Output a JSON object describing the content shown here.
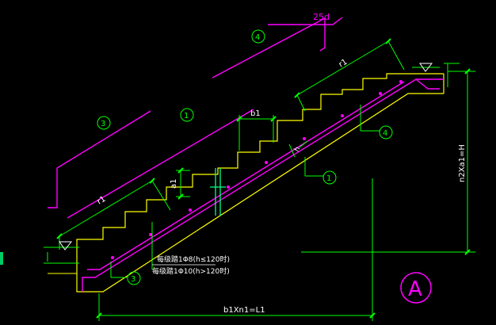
{
  "drawing": {
    "background": "#000000",
    "colors": {
      "stair_outline": "#ffff00",
      "rebar": "#ff00ff",
      "dimension": "#00ff00",
      "annotation_text": "#ffffff",
      "edge_marker": "#00cc66"
    },
    "dimension_labels": {
      "top_hook": "25d",
      "b1": "b1",
      "h": "h",
      "a1": "a1",
      "r1_upper": "r1",
      "r1_lower": "r1",
      "total_horizontal": "b1Xn1=L1",
      "total_vertical": "n2Xa1=H"
    },
    "rebar_callouts": {
      "upper_hook": "4",
      "mid_long_left": "3",
      "mid_long_center": "1",
      "right_detail": "4",
      "center_detail": "1",
      "bottom_detail": "3"
    },
    "notes": {
      "line1": "每级踏1Φ8(h≤120时)",
      "line2": "每级踏1Φ10(h>120时)"
    },
    "section_mark": "A"
  }
}
